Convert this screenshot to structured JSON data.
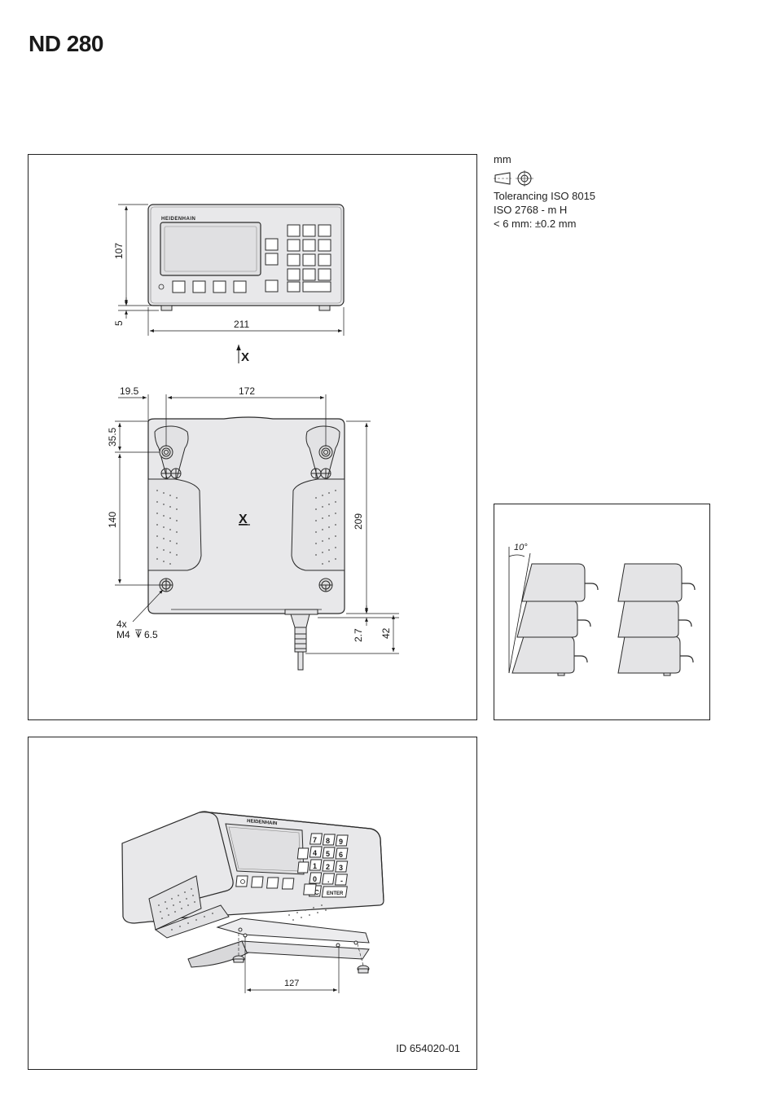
{
  "title": "ND 280",
  "units": {
    "unit": "mm",
    "tolerancing_1": "Tolerancing ISO 8015",
    "tolerancing_2": "ISO 2768 - m H",
    "tolerancing_3": "< 6 mm: ±0.2 mm"
  },
  "front_view": {
    "brand": "HEIDENHAIN",
    "dim_height": "107",
    "dim_feet": "5",
    "dim_width": "211",
    "view_marker": "X"
  },
  "rear_view": {
    "dim_hole_offset": "19.5",
    "dim_hole_spacing": "172",
    "dim_top_offset": "35.5",
    "dim_vertical_spacing": "140",
    "dim_depth": "209",
    "dim_feet": "2.7",
    "dim_connector": "42",
    "view_label": "X",
    "thread_count": "4x",
    "thread_spec": "M4",
    "thread_depth": "6.5"
  },
  "stack_view": {
    "angle": "10°"
  },
  "mount_view": {
    "brand": "HEIDENHAIN",
    "dim_bracket": "127",
    "keys": [
      "7",
      "8",
      "9",
      "4",
      "5",
      "6",
      "1",
      "2",
      "3",
      "0",
      ".",
      "-"
    ],
    "enter_label": "ENTER",
    "clear_label": "C"
  },
  "doc_id": "ID 654020-01",
  "colors": {
    "housing": "#e8e8ea",
    "outline": "#2a2a2a",
    "frame": "#222222"
  }
}
